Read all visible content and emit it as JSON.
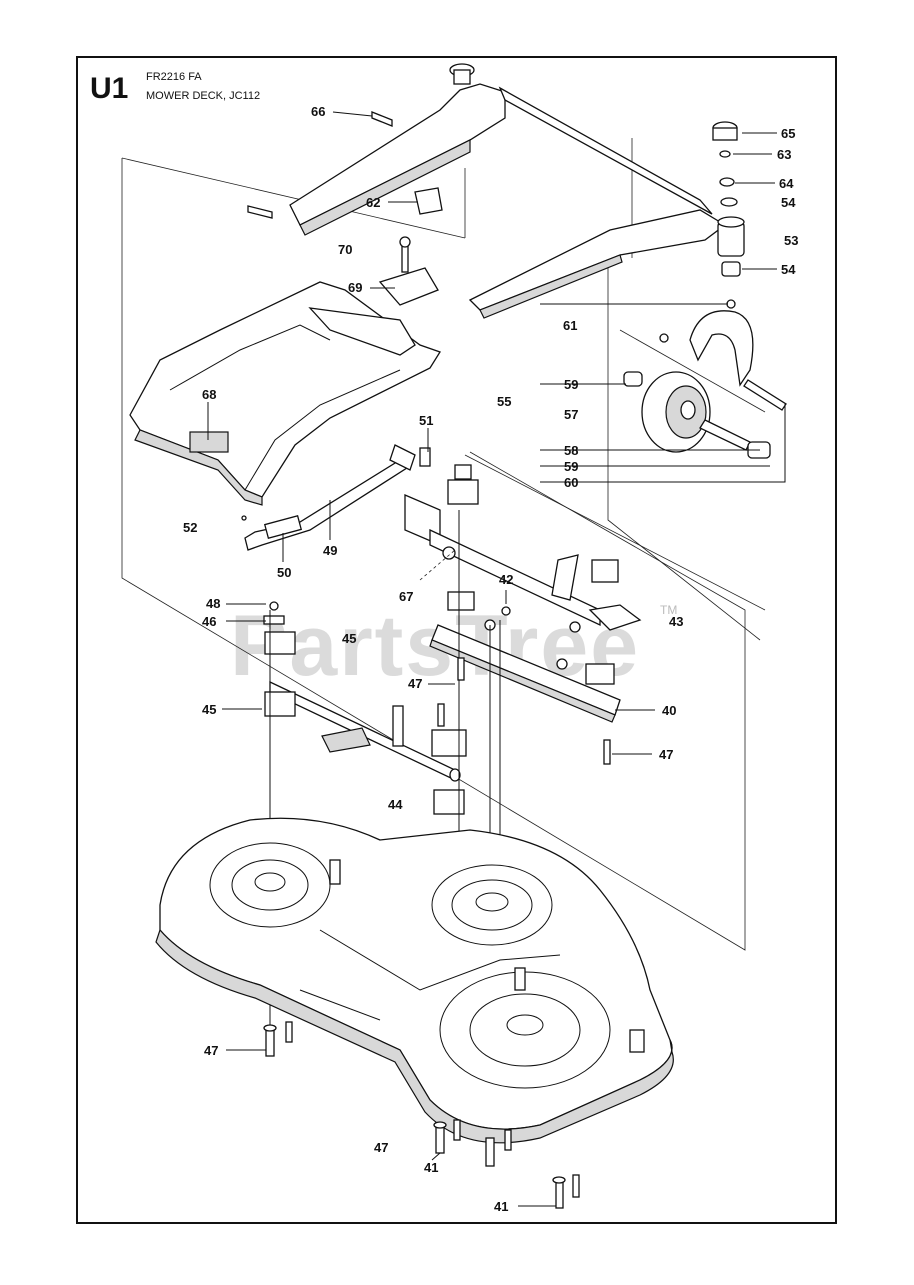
{
  "header": {
    "section_code": "U1",
    "model": "FR2216 FA",
    "title": "MOWER DECK, JC112"
  },
  "watermark": {
    "text": "PartsTree",
    "trademark": "TM"
  },
  "callouts": {
    "c40": "40",
    "c41a": "41",
    "c41b": "41",
    "c42": "42",
    "c43": "43",
    "c44": "44",
    "c45a": "45",
    "c45b": "45",
    "c46": "46",
    "c47a": "47",
    "c47b": "47",
    "c47c": "47",
    "c47d": "47",
    "c48": "48",
    "c49": "49",
    "c50": "50",
    "c51": "51",
    "c52": "52",
    "c53": "53",
    "c54a": "54",
    "c54b": "54",
    "c55": "55",
    "c57": "57",
    "c58": "58",
    "c59a": "59",
    "c59b": "59",
    "c60": "60",
    "c61": "61",
    "c62": "62",
    "c63": "63",
    "c64": "64",
    "c65": "65",
    "c66": "66",
    "c67": "67",
    "c68": "68",
    "c69": "69",
    "c70": "70"
  }
}
